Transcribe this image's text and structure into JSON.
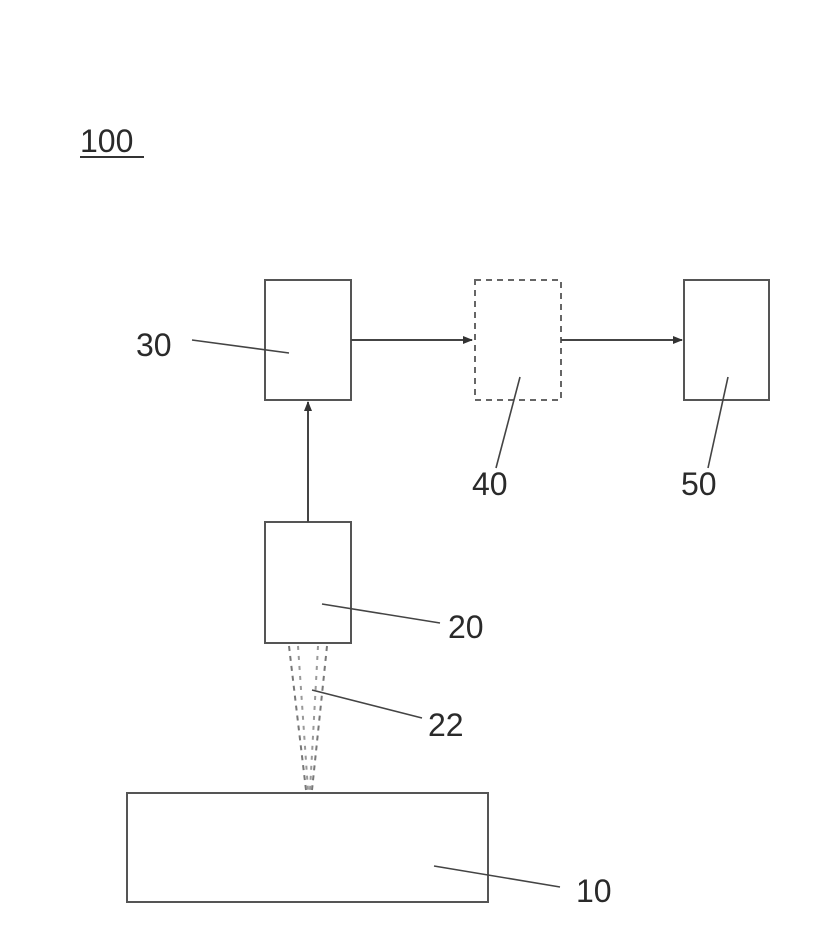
{
  "figure": {
    "title": "100",
    "labels": {
      "box_10": "10",
      "box_20": "20",
      "beam_22": "22",
      "box_30": "30",
      "box_40": "40",
      "box_50": "50"
    },
    "colors": {
      "stroke": "#555555",
      "text": "#2a2a2a",
      "background": "#ffffff"
    }
  }
}
